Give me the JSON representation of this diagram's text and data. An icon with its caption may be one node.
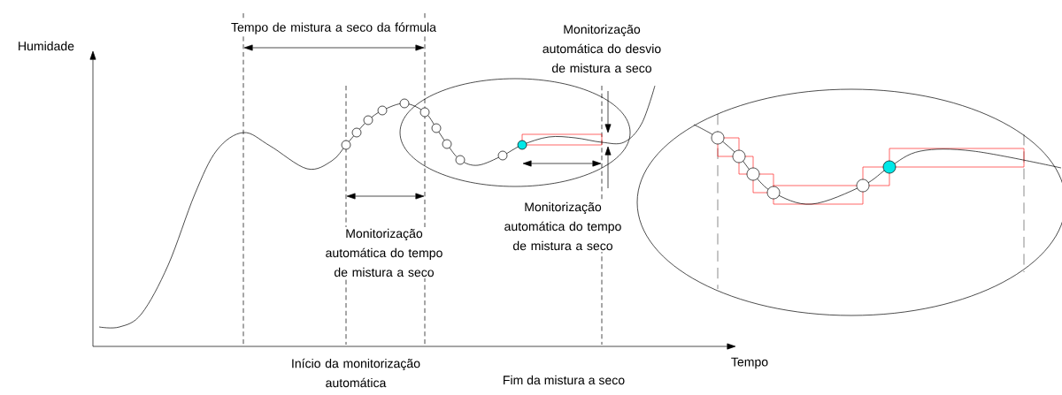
{
  "diagram": {
    "labels": [
      "Humidade",
      "Tempo de mistura a seco da fórmula",
      "Monitorização automática do desvio de mistura a seco",
      "Monitorização automática do tempo de mistura a seco",
      "Monitorização automática do tempo de mistura a seco",
      "Tempo",
      "Início da monitorização automática",
      "Fim da mistura a seco"
    ]
  }
}
